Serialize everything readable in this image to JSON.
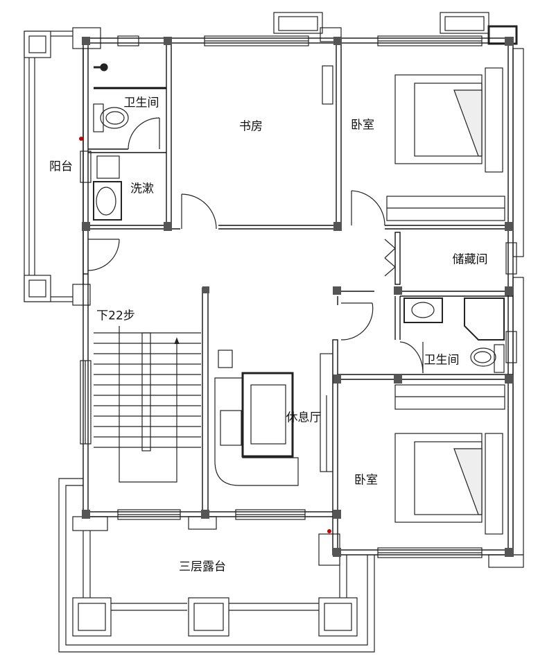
{
  "floor_plan": {
    "rooms": {
      "bath_upper_left": "卫生间",
      "study": "书房",
      "bedroom_upper": "卧室",
      "balcony": "阳台",
      "wash": "洗漱",
      "storage": "储藏间",
      "stairs": "下22步",
      "bath_right": "卫生间",
      "lounge": "休息厅",
      "bedroom_lower": "卧室",
      "terrace": "三层露台"
    },
    "colors": {
      "wall": "#111111",
      "pillar": "#555555",
      "line": "#222222",
      "accent": "#cc0000"
    }
  }
}
